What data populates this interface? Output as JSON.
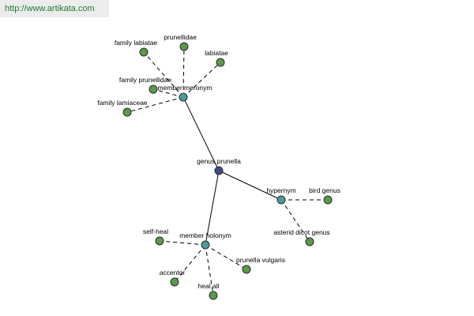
{
  "banner": {
    "url": "http://www.artikata.com"
  },
  "colors": {
    "root": "#3d4a8c",
    "relation": "#4c9a9a",
    "leaf": "#5a9a4c"
  },
  "graph": {
    "root": {
      "id": "genus-prunella",
      "label": "genus prunella"
    },
    "relations": [
      {
        "id": "member-meronym",
        "label": "member meronym",
        "terms": [
          "family labiatae",
          "prunellidae",
          "labiatae",
          "family prunellidae",
          "family lamiaceae"
        ]
      },
      {
        "id": "hypernym",
        "label": "hypernym",
        "terms": [
          "bird genus",
          "asterid dicot genus"
        ]
      },
      {
        "id": "member-holonym",
        "label": "member holonym",
        "terms": [
          "self-heal",
          "prunella vulgaris",
          "accentor",
          "heal all"
        ]
      }
    ]
  }
}
